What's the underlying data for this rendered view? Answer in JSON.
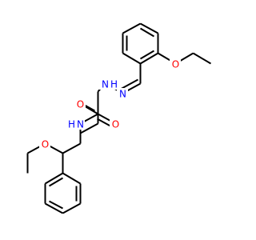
{
  "molecule": {
    "atoms": {
      "O_ether": "O",
      "N_hydrazone": "N",
      "N_hydrazide": "N",
      "H_hydrazide": "H",
      "O_carbonyl_top": "O",
      "O_carbonyl_bottom": "O",
      "N_amide": "N",
      "H_amide": "H",
      "O_methoxy": "O"
    }
  },
  "colors": {
    "bond": "#000000",
    "oxygen": "#ff0000",
    "nitrogen": "#0000ff",
    "background": "#ffffff"
  }
}
